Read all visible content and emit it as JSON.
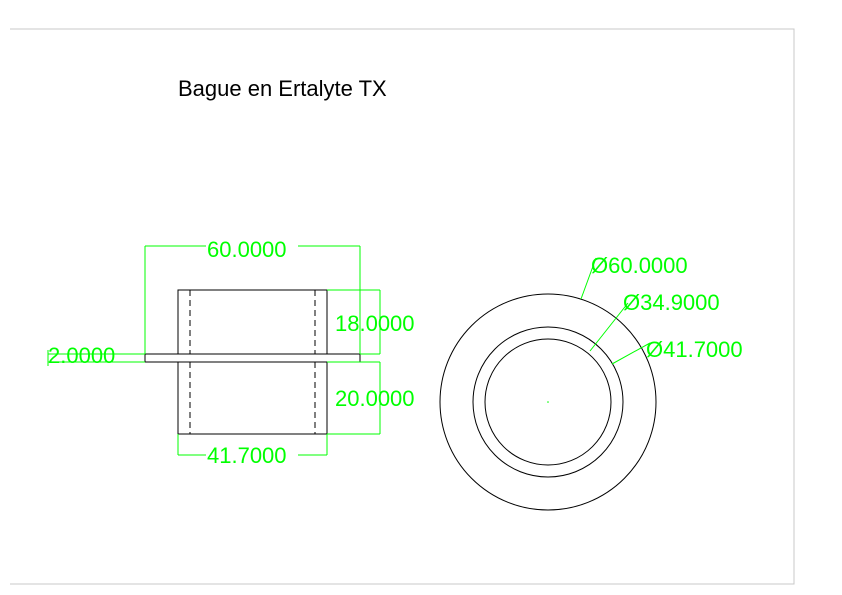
{
  "drawing": {
    "title": "Bague en Ertalyte TX"
  },
  "colors": {
    "geometry": "#000000",
    "dimension": "#00ff00",
    "frame": "#c8c8c8",
    "background": "#ffffff"
  },
  "front_view": {
    "dim_overall_width": "60.0000",
    "dim_flange_thickness": "2.0000",
    "dim_upper_height": "18.0000",
    "dim_lower_height": "20.0000",
    "dim_body_width": "41.7000"
  },
  "top_view": {
    "dim_outer_diameter": "Ø60.0000",
    "dim_inner_diameter": "Ø34.9000",
    "dim_body_diameter": "Ø41.7000"
  }
}
